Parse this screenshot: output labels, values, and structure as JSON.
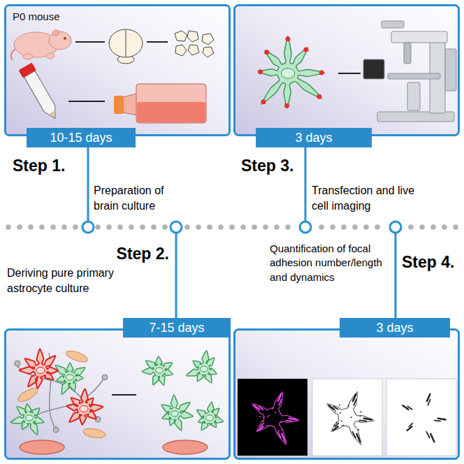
{
  "diagram": {
    "nodes": [
      {
        "text": [
          "P0 mouse"
        ]
      },
      {
        "text": [
          "10-15 days"
        ]
      },
      {
        "text": [
          "3 days"
        ]
      },
      {
        "text": [
          "7-15 days"
        ]
      },
      {
        "text": [
          "3 days"
        ]
      }
    ],
    "labels": [
      "Step 1.",
      "Preparation of brain culture",
      "Step 3.",
      "Transfection and live cell imaging",
      "Step 2.",
      "Deriving pure primary astrocyte culture",
      "Step 4.",
      "Quantification of focal adhesion number/length and dynamics"
    ]
  }
}
